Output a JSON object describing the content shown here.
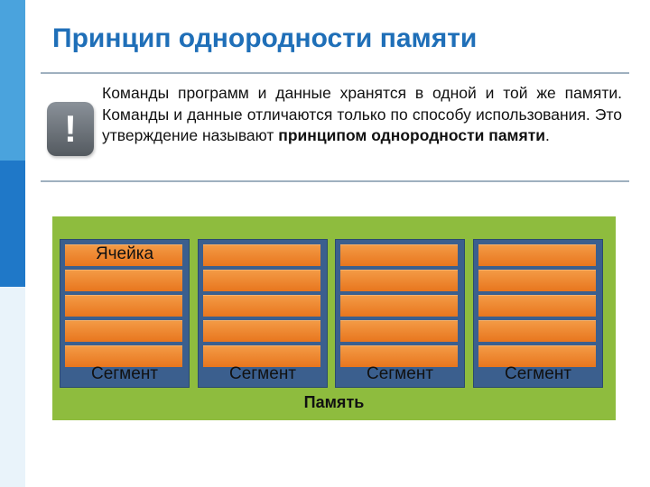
{
  "slide": {
    "title": "Принцип однородности памяти",
    "exclamation": "!",
    "statement_text": "Команды программ и данные хранятся в одной и той же памяти. Команды и данные отличаются только по способу использования. Это утверждение называют ",
    "statement_bold": "принципом однородности памяти",
    "statement_end": "."
  },
  "diagram": {
    "cell_label": "Ячейка",
    "segment_labels": [
      "Сегмент",
      "Сегмент",
      "Сегмент",
      "Сегмент"
    ],
    "memory_label": "Память"
  },
  "colors": {
    "title": "#1f6fb8",
    "memory_bg": "#8ebc3e",
    "segment_bg": "#3b5f8e",
    "cell": "#e8761e"
  }
}
